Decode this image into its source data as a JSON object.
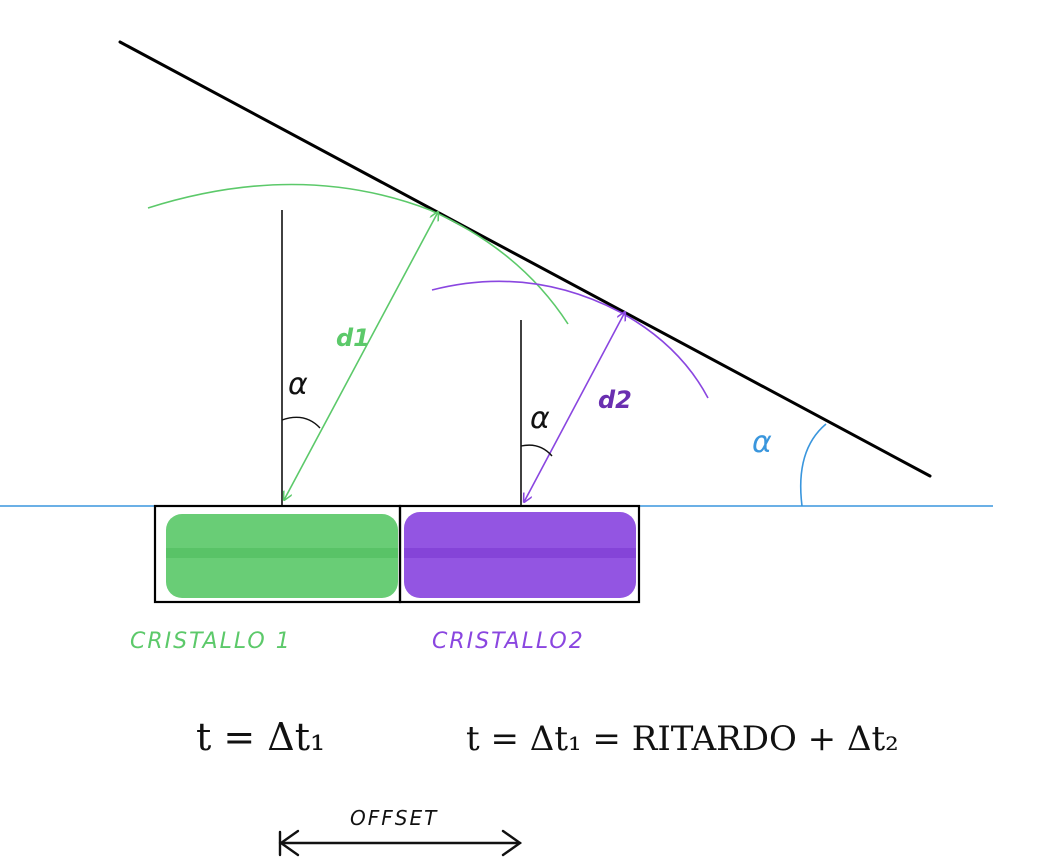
{
  "colors": {
    "wavefront": "#000000",
    "baseline": "#3a96dd",
    "crystal1": "#5cc96a",
    "crystal2": "#8a46e0",
    "crystal_outline": "#000000",
    "text_dark": "#111111"
  },
  "labels": {
    "d1": "d1",
    "d2": "d2",
    "alpha_1": "α",
    "alpha_2": "α",
    "alpha_3": "α",
    "crystal1": "CRISTALLO  1",
    "crystal2": "CRISTALLO2",
    "offset": "OFFSET"
  },
  "formulas": {
    "left": "t = Δt₁",
    "right": "t = Δt₁  =  RITARDO + Δt₂"
  }
}
